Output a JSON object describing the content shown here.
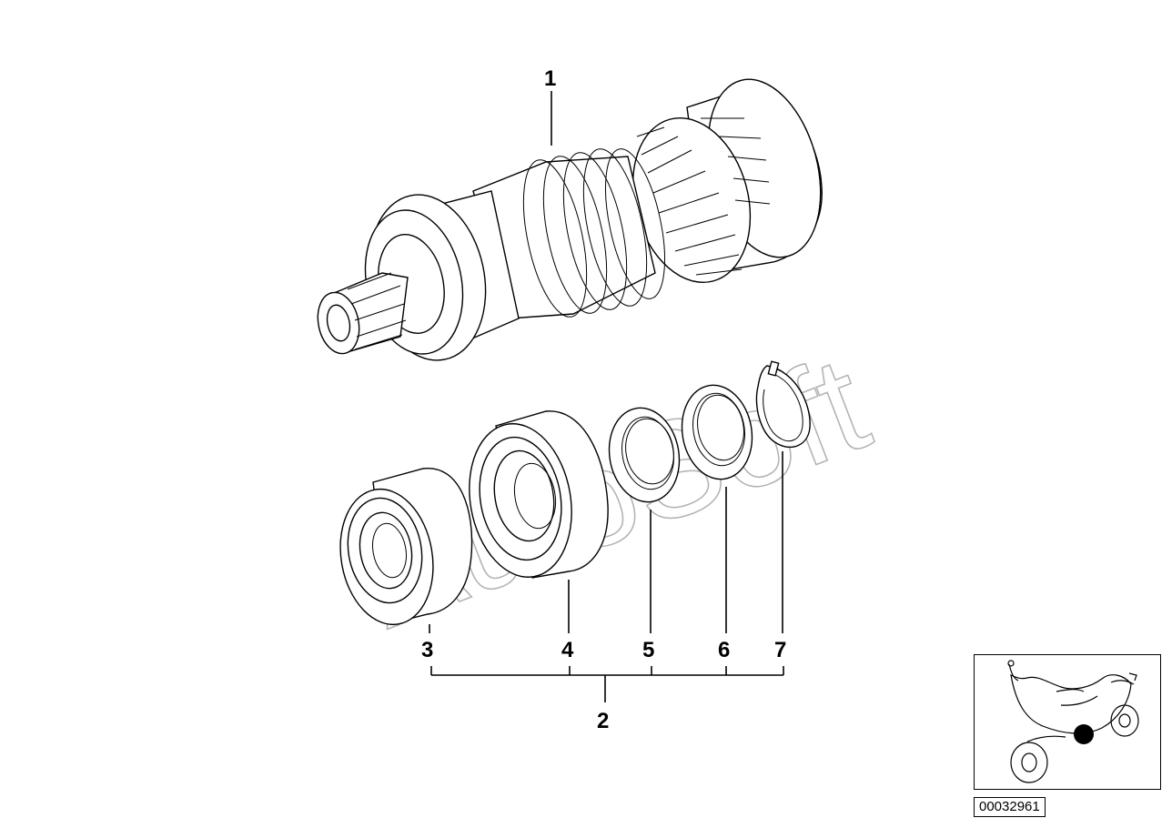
{
  "watermark": "AutoSoft",
  "callouts": {
    "c1": "1",
    "c2": "2",
    "c3": "3",
    "c4": "4",
    "c5": "5",
    "c6": "6",
    "c7": "7"
  },
  "diagram_code": "00032961",
  "colors": {
    "line": "#000000",
    "watermark": "#b4b4b4",
    "marker": "#000000"
  }
}
